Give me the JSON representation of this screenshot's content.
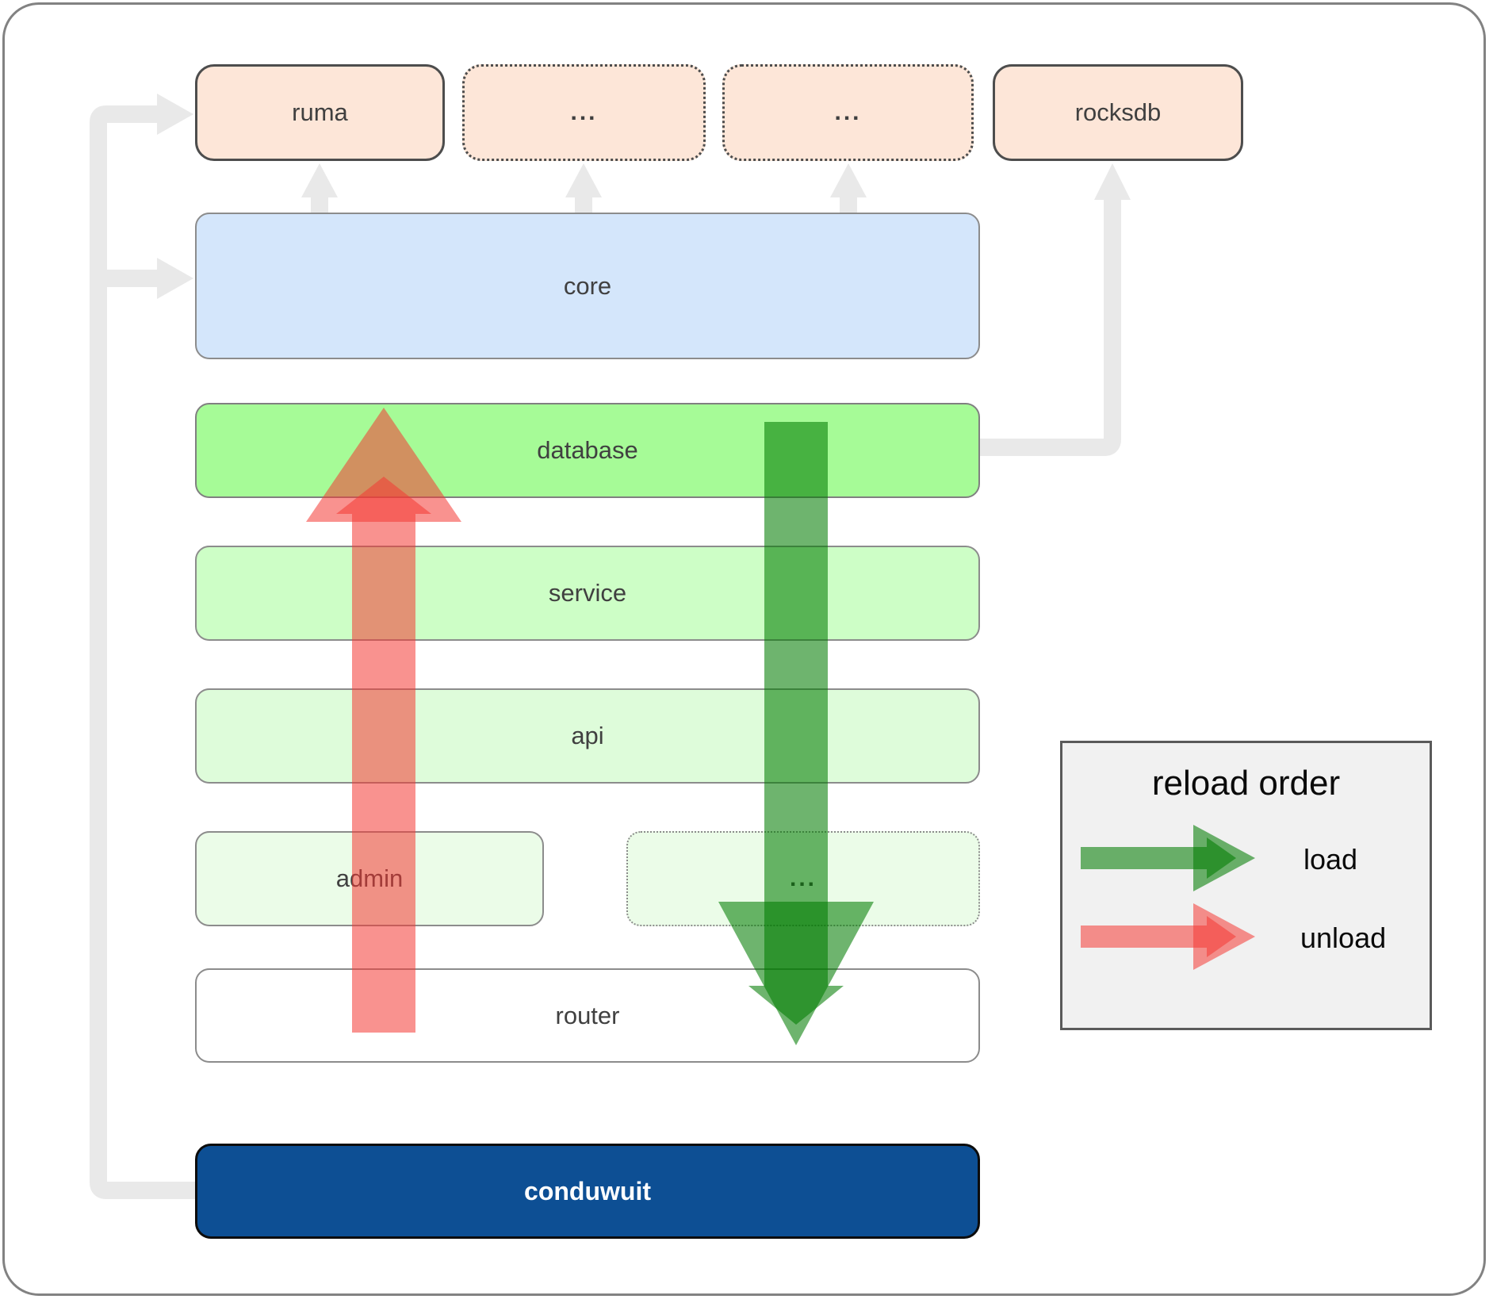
{
  "boxes": {
    "ruma": {
      "label": "ruma"
    },
    "ellipsis1": {
      "label": "..."
    },
    "ellipsis2": {
      "label": "..."
    },
    "rocksdb": {
      "label": "rocksdb"
    },
    "core": {
      "label": "core"
    },
    "database": {
      "label": "database"
    },
    "service": {
      "label": "service"
    },
    "api": {
      "label": "api"
    },
    "admin": {
      "label": "admin"
    },
    "ellipsis3": {
      "label": "..."
    },
    "router": {
      "label": "router"
    },
    "conduwuit": {
      "label": "conduwuit"
    }
  },
  "legend": {
    "title": "reload order",
    "load_label": "load",
    "unload_label": "unload"
  },
  "colors": {
    "load_green": "#007b00",
    "unload_red": "#f43933",
    "connector_gray": "#e9e9e9",
    "peach": "#fde6d8",
    "core_blue": "#d4e6fb",
    "database_green": "#a6fb97",
    "service_green": "#cdfec6",
    "api_green": "#defcda",
    "admin_green": "#ebfce8",
    "conduwuit_navy": "#0d4f94",
    "legend_bg": "#f1f1f1"
  }
}
